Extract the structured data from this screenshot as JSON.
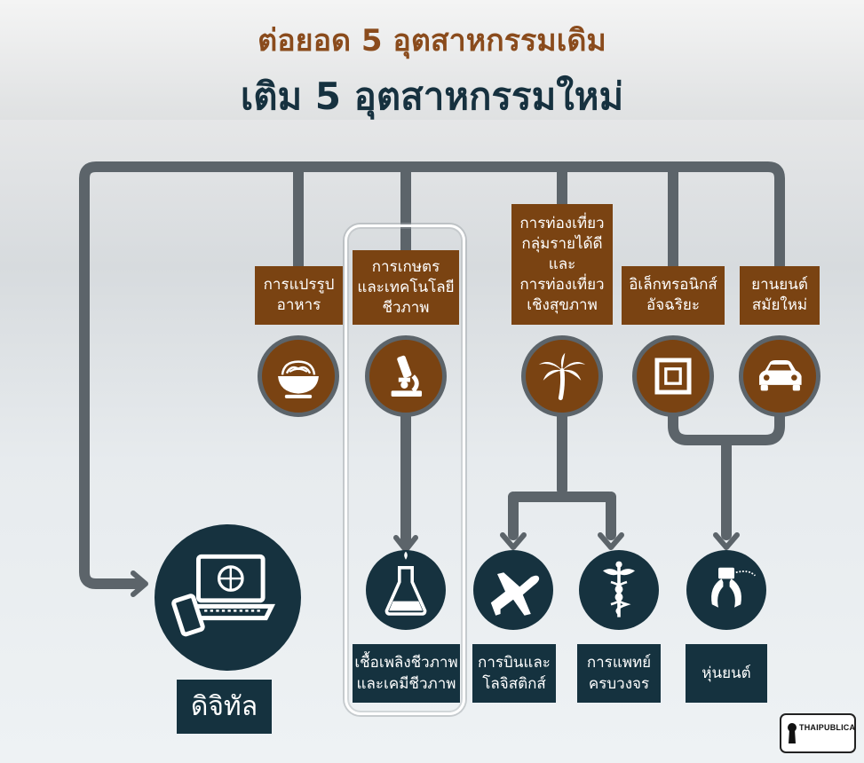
{
  "title": {
    "line1": "ต่อยอด 5 อุตสาหกรรมเดิม",
    "line2": "เติม 5 อุตสาหกรรมใหม่"
  },
  "colors": {
    "brown": "#7a4312",
    "navy": "#15323f",
    "title_brown": "#8a4b1c",
    "title_navy": "#16313f",
    "wire": "#5c646a"
  },
  "existing_industries": [
    {
      "lines": [
        "การแปรรูป",
        "อาหาร"
      ],
      "icon": "food-bowl-icon"
    },
    {
      "lines": [
        "การเกษตร",
        "และเทคโนโลยี",
        "ชีวภาพ"
      ],
      "icon": "microscope-icon"
    },
    {
      "lines": [
        "การท่องเที่ยว",
        "กลุ่มรายได้ดี",
        "และ",
        "การท่องเที่ยว",
        "เชิงสุขภาพ"
      ],
      "icon": "palm-tree-icon"
    },
    {
      "lines": [
        "อิเล็กทรอนิกส์",
        "อัจฉริยะ"
      ],
      "icon": "microchip-icon"
    },
    {
      "lines": [
        "ยานยนต์",
        "สมัยใหม่"
      ],
      "icon": "car-icon"
    }
  ],
  "new_industries": [
    {
      "lines": [
        "ดิจิทัล"
      ],
      "icon": "laptop-phone-icon"
    },
    {
      "lines": [
        "เชื้อเพลิงชีวภาพ",
        "และเคมีชีวภาพ"
      ],
      "icon": "flask-icon"
    },
    {
      "lines": [
        "การบินและ",
        "โลจิสติกส์"
      ],
      "icon": "airplane-icon"
    },
    {
      "lines": [
        "การแพทย์",
        "ครบวงจร"
      ],
      "icon": "caduceus-icon"
    },
    {
      "lines": [
        "หุ่นยนต์"
      ],
      "icon": "robot-arm-icon"
    }
  ],
  "logo": {
    "text": "THAIPUBLICA"
  }
}
